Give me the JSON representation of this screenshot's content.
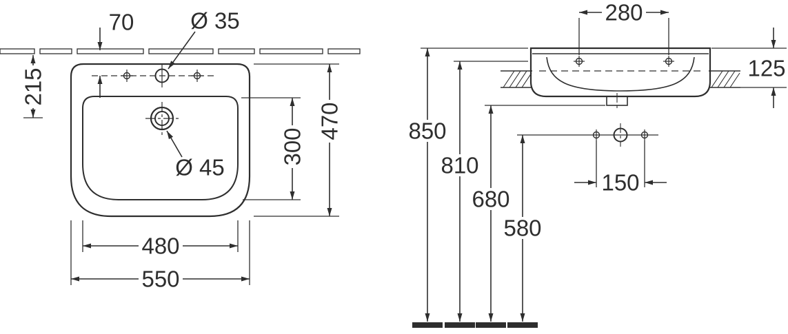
{
  "meta": {
    "line_color": "#2e2e2e",
    "background": "#ffffff"
  },
  "plan_view": {
    "labels": {
      "tap_hole_offset": "70",
      "tap_hole_diameter": "Ø 35",
      "wall_to_drain": "215",
      "overall_depth": "470",
      "bowl_depth": "300",
      "drain_diameter": "Ø 45",
      "bowl_width": "480",
      "overall_width": "550"
    }
  },
  "elevation_view": {
    "labels": {
      "rear_hole_spacing": "280",
      "basin_height": "125",
      "rim_height": "850",
      "underside_height": "810",
      "outlet_height": "680",
      "fixing_height": "580",
      "fixing_hole_spacing": "150"
    }
  }
}
